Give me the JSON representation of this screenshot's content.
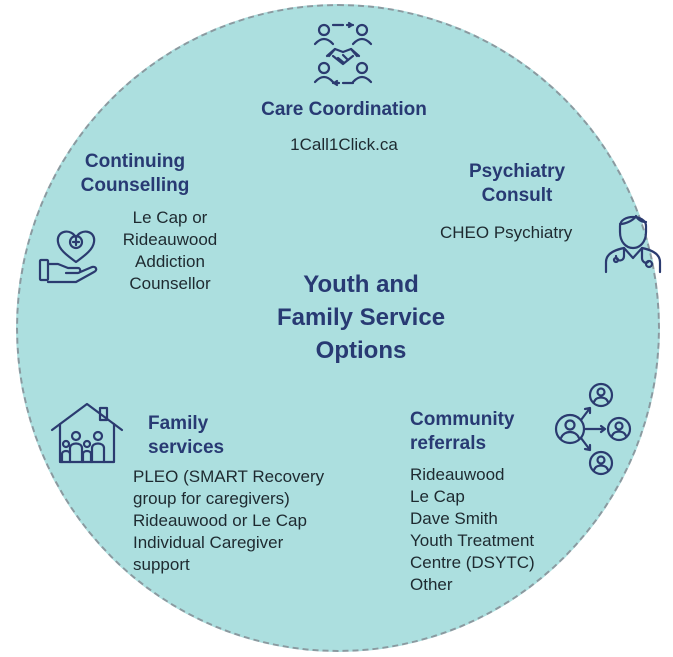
{
  "center_title": [
    "Youth and",
    "Family Service",
    "Options"
  ],
  "sections": {
    "care_coordination": {
      "heading": [
        "Care Coordination"
      ],
      "lines": [
        "1Call1Click.ca"
      ],
      "icon": "handshake-people-icon"
    },
    "continuing_counselling": {
      "heading": [
        "Continuing",
        "Counselling"
      ],
      "lines": [
        "Le Cap or",
        "Rideauwood",
        "Addiction",
        "Counsellor"
      ],
      "icon": "hand-heart-icon"
    },
    "psychiatry_consult": {
      "heading": [
        "Psychiatry",
        "Consult"
      ],
      "lines": [
        "CHEO Psychiatry"
      ],
      "icon": "doctor-icon"
    },
    "family_services": {
      "heading": [
        "Family",
        "services"
      ],
      "lines": [
        "PLEO (SMART Recovery",
        "group for caregivers)",
        "Rideauwood or Le Cap",
        "Individual Caregiver",
        "support"
      ],
      "icon": "family-house-icon"
    },
    "community_referrals": {
      "heading": [
        "Community",
        "referrals"
      ],
      "lines": [
        "Rideauwood",
        "Le Cap",
        "Dave Smith",
        "Youth Treatment",
        "Centre (DSYTC)",
        "Other"
      ],
      "icon": "referral-network-icon"
    }
  },
  "colors": {
    "circle_fill": "#acdfdf",
    "heading": "#283a73",
    "icon_stroke": "#2b3b70",
    "body_text": "#1e2a30"
  }
}
